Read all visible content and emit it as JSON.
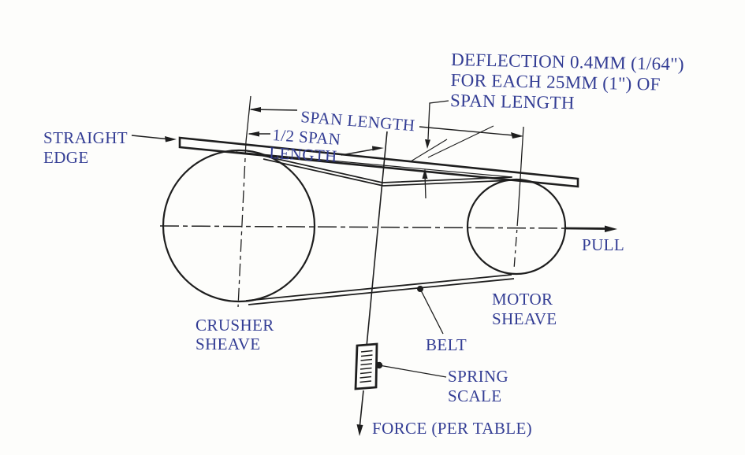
{
  "diagram": {
    "type": "technical-line-drawing",
    "subject": "v-belt deflection / tension measurement between crusher sheave and motor sheave",
    "note": {
      "line1": "DEFLECTION 0.4MM (1/64\")",
      "line2": "FOR EACH 25MM (1\") OF",
      "line3": "SPAN LENGTH"
    },
    "labels": {
      "straight_edge": [
        "STRAIGHT",
        "EDGE"
      ],
      "span_length": "SPAN LENGTH",
      "half_span": [
        "1/2 SPAN",
        "LENGTH"
      ],
      "crusher_sheave": [
        "CRUSHER",
        "SHEAVE"
      ],
      "motor_sheave": [
        "MOTOR",
        "SHEAVE"
      ],
      "belt": "BELT",
      "spring_scale": [
        "SPRING",
        "SCALE"
      ],
      "pull": "PULL",
      "force": "FORCE (PER TABLE)"
    },
    "colors": {
      "label_text": "#333d94",
      "line": "#1e1e1e",
      "background": "#fdfdfb"
    }
  }
}
